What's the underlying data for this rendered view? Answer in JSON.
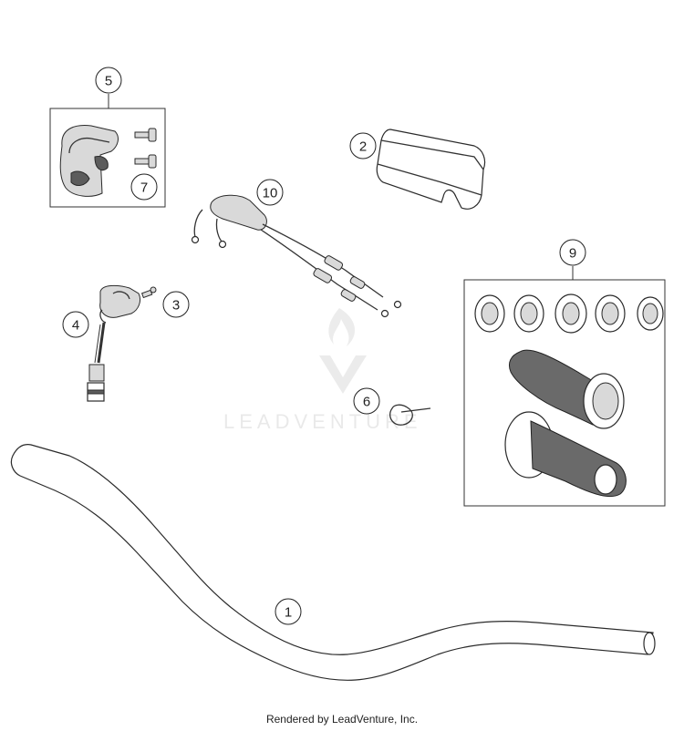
{
  "callouts": {
    "c1": "1",
    "c2": "2",
    "c3": "3",
    "c4": "4",
    "c5": "5",
    "c6": "6",
    "c7": "7",
    "c9": "9",
    "c10": "10"
  },
  "watermark": {
    "text": "LEADVENTURE"
  },
  "footer": {
    "text": "Rendered by LeadVenture, Inc."
  }
}
